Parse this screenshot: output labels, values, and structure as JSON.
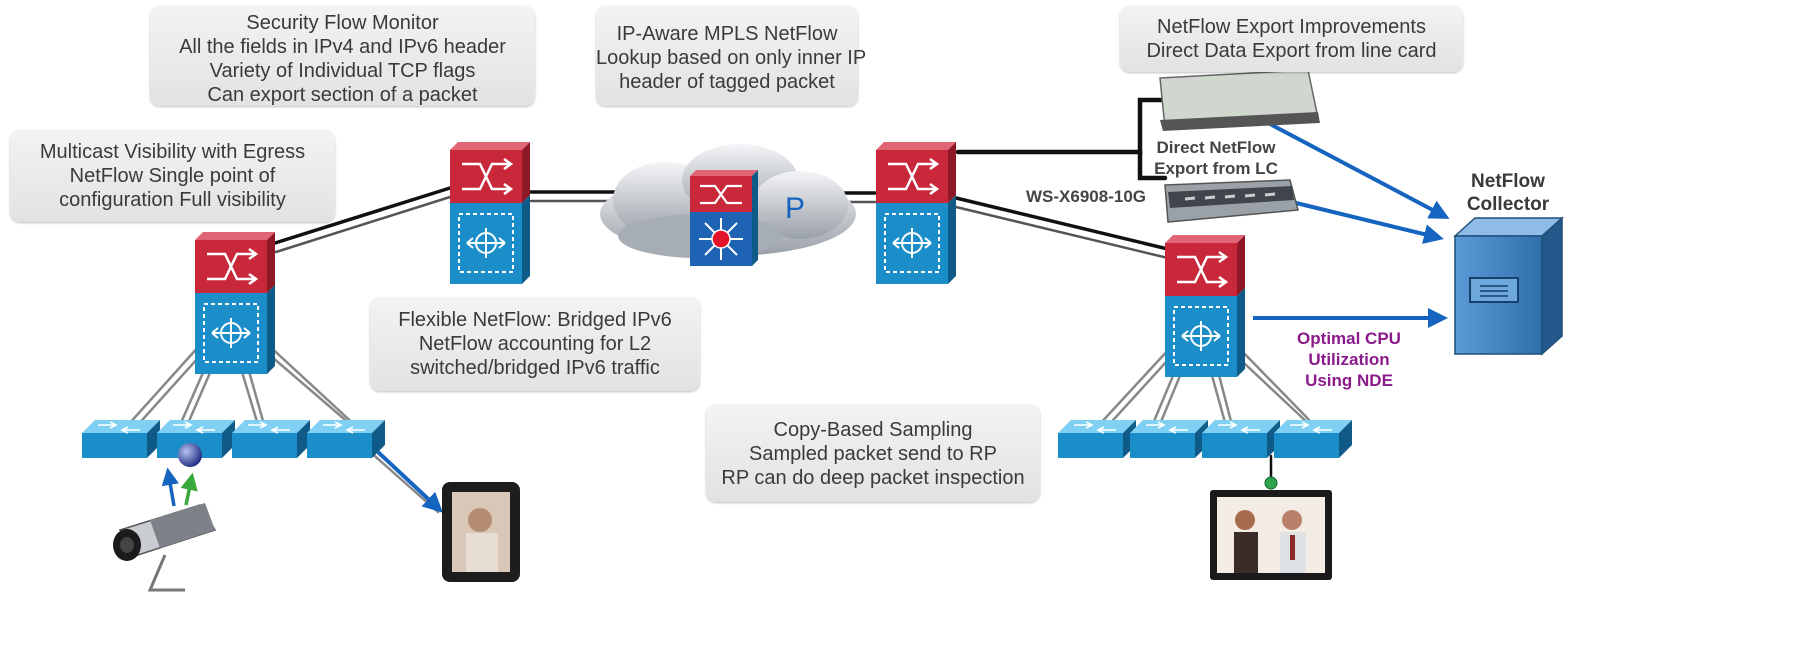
{
  "callouts": {
    "security": [
      "Security Flow Monitor",
      "All the fields in IPv4 and IPv6 header",
      "Variety of Individual TCP flags",
      "Can export section of a packet"
    ],
    "mpls": [
      "IP-Aware MPLS NetFlow",
      "Lookup based on only inner IP",
      "header of tagged packet"
    ],
    "export": [
      "NetFlow Export Improvements",
      "Direct Data Export from line card"
    ],
    "multicast": [
      "Multicast Visibility with Egress",
      "NetFlow Single point of",
      "configuration Full visibility"
    ],
    "flexible": [
      "Flexible NetFlow: Bridged IPv6",
      "NetFlow accounting for L2",
      "switched/bridged IPv6 traffic"
    ],
    "sampling": [
      "Copy-Based Sampling",
      "Sampled packet send to RP",
      "RP can do deep packet inspection"
    ]
  },
  "labels": {
    "direct_export": [
      "Direct NetFlow",
      "Export  from LC"
    ],
    "line_card": "WS-X6908-10G",
    "collector": [
      "NetFlow",
      "Collector"
    ],
    "optimal_cpu": [
      "Optimal CPU",
      "Utilization",
      "Using NDE"
    ],
    "p_router": "P"
  },
  "colors": {
    "router_red": "#c8283a",
    "switch_blue": "#1b8ec9",
    "arrow_blue": "#1565c0",
    "purple_text": "#8b1a8b",
    "callout_gray": "#e6e6e6",
    "collector_blue": "#3f88c9"
  },
  "icons": [
    "cloud-icon",
    "router-icon",
    "switch-icon",
    "line-card-icon",
    "server-icon",
    "ip-camera-icon",
    "tablet-icon",
    "video-endpoint-icon"
  ]
}
